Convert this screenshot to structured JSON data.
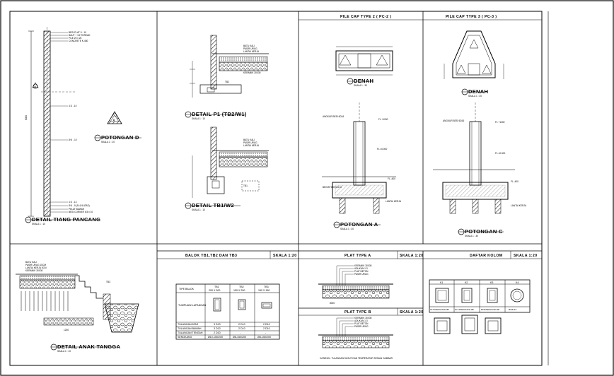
{
  "titles": {
    "detail_tiang_pancang": "DETAIL TIANG PANCANG",
    "potongan_d": "POTONGAN D",
    "detail_p1": "DETAIL P1 (TB2/W1)",
    "detail_tb1": "DETAIL TB1/W2",
    "pile_cap_2": "PILE CAP TYPE 2 ( PC-2 )",
    "pile_cap_3": "PILE CAP TYPE 3 ( PC-3 )",
    "denah": "DENAH",
    "potongan_a": "POTONGAN A",
    "potongan_c": "POTONGAN C",
    "detail_anak_tangga": "DETAIL ANAK TANGGA",
    "balok_tb": "BALOK TB1,TB2 DAN TB3",
    "plat_a": "PLAT TYPE A",
    "plat_b": "PLAT TYPE B",
    "daftar_kolom": "DAFTAR KOLOM"
  },
  "scales": {
    "skala_1_10": "SKALA 1 : 10",
    "skala_1_20": "SKALA 1:20",
    "skala_1_30": "SKALA 1 : 30"
  },
  "markers": {
    "d": "D",
    "a": "A",
    "c": "C"
  },
  "levels": {
    "fl_1000": "FL +1000",
    "fl_0": "FL ±0.000",
    "fl_400": "FL -400"
  },
  "balok_table": {
    "row_label_tipe": "TIPE BALOK",
    "row_label_tumpuan": "TUMPUAN/ LAPANGAN",
    "columns": [
      {
        "code": "TB1",
        "size": "200 X 300"
      },
      {
        "code": "TB2",
        "size": "150 X 200"
      },
      {
        "code": "TB3",
        "size": "150 X 150"
      }
    ],
    "lower_rows": [
      {
        "label": "TULANGAN ATAS",
        "values": [
          "3 D13",
          "2 D10",
          "2 D10"
        ]
      },
      {
        "label": "TULANGAN BAWAH",
        "values": [
          "3 D13",
          "2 D10",
          "2 D10"
        ]
      },
      {
        "label": "TULANGAN TENGAH",
        "values": [
          "2 D10",
          "-",
          "-"
        ]
      },
      {
        "label": "SENGKANG",
        "values": [
          "Ø10-150/200",
          "Ø8-150/200",
          "Ø8-150/200"
        ]
      }
    ]
  },
  "kolom": {
    "codes": [
      "K1",
      "K2",
      "K3",
      "K4"
    ],
    "labels": [
      "4D 16/SENGKANG Ø8",
      "4D 13/SENGKANG Ø8",
      "8D13/SENGKANG Ø8",
      "8D16 Ø 8"
    ]
  },
  "note": "CATATAN :  TULANGAN SUSUT DAN TEMPERATUR SESUAI GAMBAR"
}
